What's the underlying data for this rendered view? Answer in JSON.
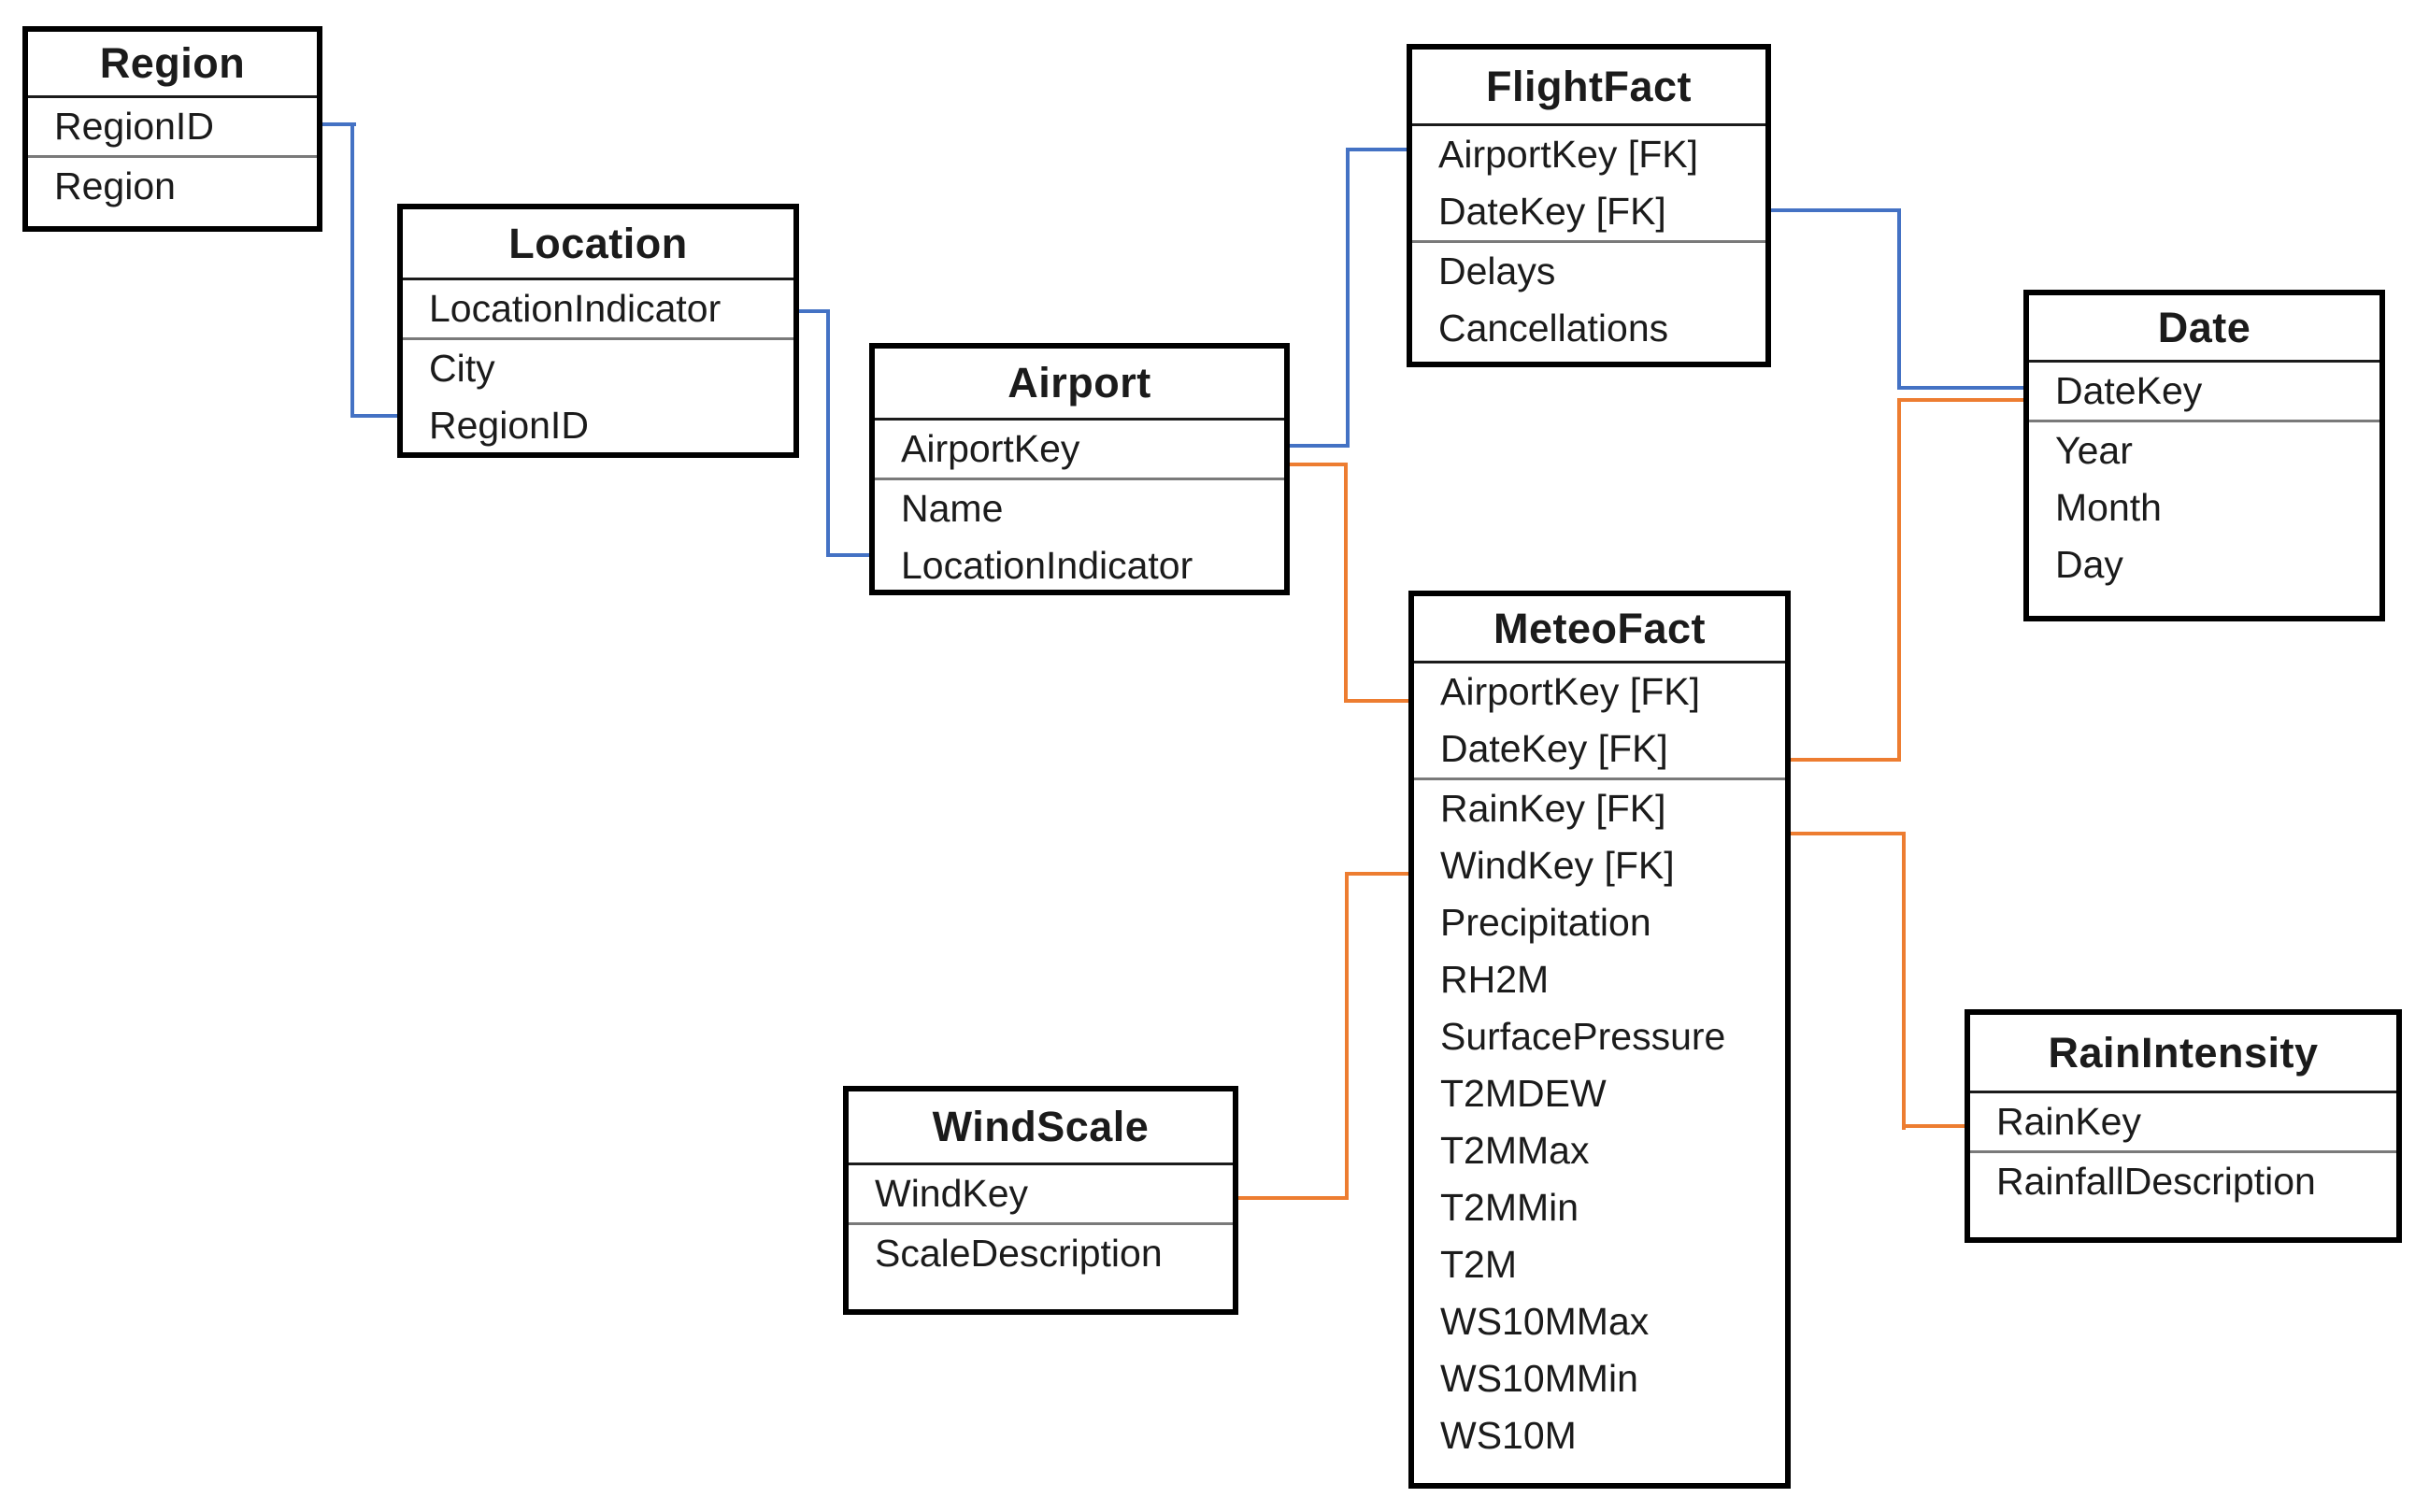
{
  "diagram_type": "entity-relationship-schema",
  "colors": {
    "relationship_blue": "#4472C4",
    "relationship_orange": "#ED7D31",
    "entity_border": "#000000",
    "text": "#1b1b1b",
    "background": "#FFFFFF"
  },
  "entities": {
    "region": {
      "title": "Region",
      "keys": [
        "RegionID"
      ],
      "attrs": [
        "Region"
      ]
    },
    "location": {
      "title": "Location",
      "keys": [
        "LocationIndicator"
      ],
      "attrs": [
        "City",
        "RegionID"
      ]
    },
    "airport": {
      "title": "Airport",
      "keys": [
        "AirportKey"
      ],
      "attrs": [
        "Name",
        "LocationIndicator"
      ]
    },
    "flightfact": {
      "title": "FlightFact",
      "keys": [
        "AirportKey [FK]",
        "DateKey [FK]"
      ],
      "attrs": [
        "Delays",
        "Cancellations"
      ]
    },
    "date": {
      "title": "Date",
      "keys": [
        "DateKey"
      ],
      "attrs": [
        "Year",
        "Month",
        "Day"
      ]
    },
    "meteofact": {
      "title": "MeteoFact",
      "keys": [
        "AirportKey [FK]",
        "DateKey [FK]"
      ],
      "attrs": [
        "RainKey [FK]",
        "WindKey [FK]",
        "Precipitation",
        "RH2M",
        "SurfacePressure",
        "T2MDEW",
        "T2MMax",
        "T2MMin",
        "T2M",
        "WS10MMax",
        "WS10MMin",
        "WS10M"
      ]
    },
    "windscale": {
      "title": "WindScale",
      "keys": [
        "WindKey"
      ],
      "attrs": [
        "ScaleDescription"
      ]
    },
    "rainintensity": {
      "title": "RainIntensity",
      "keys": [
        "RainKey"
      ],
      "attrs": [
        "RainfallDescription"
      ]
    }
  },
  "relationships": [
    {
      "from": "Region.RegionID",
      "to": "Location.RegionID",
      "color": "blue"
    },
    {
      "from": "Location.LocationIndicator",
      "to": "Airport.LocationIndicator",
      "color": "blue"
    },
    {
      "from": "Airport.AirportKey",
      "to": "FlightFact.AirportKey [FK]",
      "color": "blue"
    },
    {
      "from": "FlightFact.DateKey [FK]",
      "to": "Date.DateKey",
      "color": "blue"
    },
    {
      "from": "Airport.AirportKey",
      "to": "MeteoFact.AirportKey [FK]",
      "color": "orange"
    },
    {
      "from": "MeteoFact.DateKey [FK]",
      "to": "Date.DateKey",
      "color": "orange"
    },
    {
      "from": "MeteoFact.RainKey [FK]",
      "to": "RainIntensity.RainKey",
      "color": "orange"
    },
    {
      "from": "WindScale.WindKey",
      "to": "MeteoFact.WindKey [FK]",
      "color": "orange"
    }
  ]
}
